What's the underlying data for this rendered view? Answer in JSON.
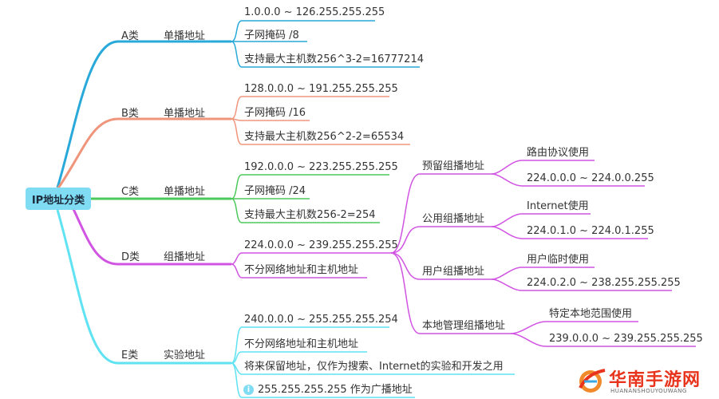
{
  "root": "IP地址分类",
  "branches": [
    {
      "class": "A类",
      "type": "单播地址",
      "color": "#29a9d9",
      "items": [
        "1.0.0.0 ~ 126.255.255.255",
        "子网掩码 /8",
        "支持最大主机数256^3-2=16777214"
      ]
    },
    {
      "class": "B类",
      "type": "单播地址",
      "color": "#f0957b",
      "items": [
        "128.0.0.0 ~ 191.255.255.255",
        "子网掩码 /16",
        "支持最大主机数256^2-2=65534"
      ]
    },
    {
      "class": "C类",
      "type": "单播地址",
      "color": "#4cc95b",
      "items": [
        "192.0.0.0 ~ 223.255.255.255",
        "子网掩码 /24",
        "支持最大主机数256-2=254"
      ]
    },
    {
      "class": "D类",
      "type": "组播地址",
      "color": "#d154e3",
      "items": [
        "224.0.0.0 ~ 239.255.255.255",
        "不分网络地址和主机地址"
      ],
      "groups": [
        {
          "name": "预留组播地址",
          "desc": "路由协议使用",
          "range": "224.0.0.0 ~ 224.0.0.255"
        },
        {
          "name": "公用组播地址",
          "desc": "Internet使用",
          "range": "224.0.1.0 ~ 224.0.1.255"
        },
        {
          "name": "用户组播地址",
          "desc": "用户临时使用",
          "range": "224.0.2.0 ~ 238.255.255.255"
        },
        {
          "name": "本地管理组播地址",
          "desc": "特定本地范围使用",
          "range": "239.0.0.0 ~ 239.255.255.255"
        }
      ]
    },
    {
      "class": "E类",
      "type": "实验地址",
      "color": "#5fe2f2",
      "items": [
        "240.0.0.0 ~ 255.255.255.254",
        "不分网络地址和主机地址",
        "将来保留地址，仅作为搜索、Internet的实验和开发之用",
        "255.255.255.255 作为广播地址"
      ]
    }
  ],
  "watermark": {
    "text": "华南手游网",
    "sub": "HUANANSHOUYOUWANG"
  }
}
